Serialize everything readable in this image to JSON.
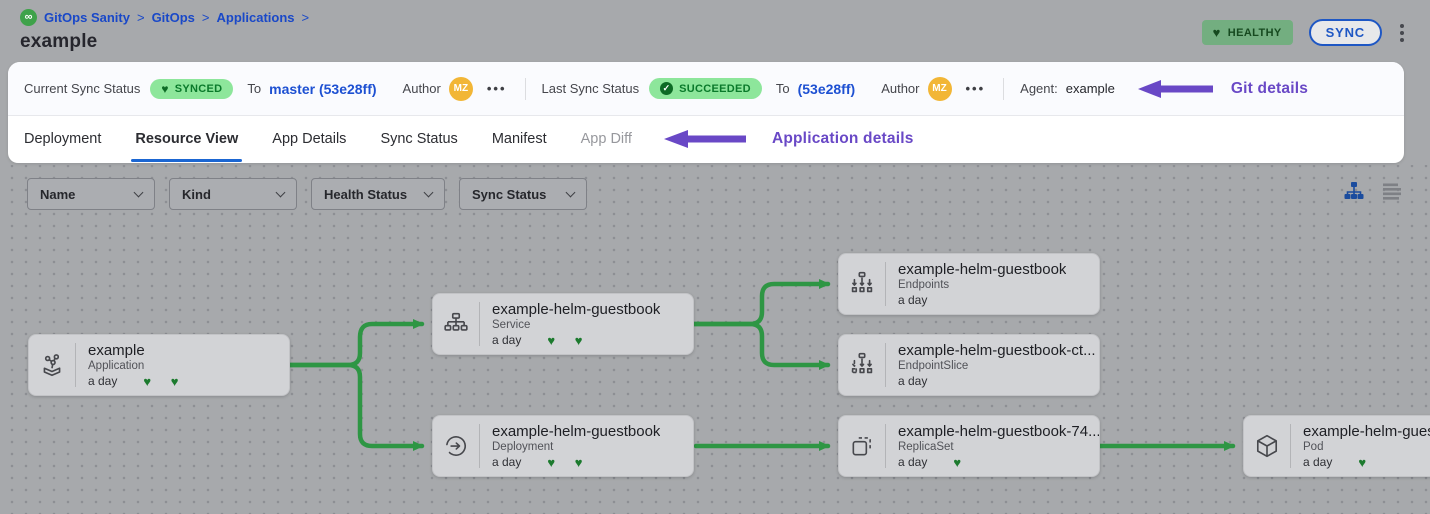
{
  "header": {
    "breadcrumb": [
      {
        "label": "GitOps Sanity"
      },
      {
        "label": "GitOps"
      },
      {
        "label": "Applications"
      }
    ],
    "breadcrumb_separator": ">",
    "logo_glyph": "∞",
    "title": "example",
    "health_badge": {
      "icon": "♥",
      "label": "HEALTHY"
    },
    "sync_button_label": "SYNC"
  },
  "sync_bar": {
    "current": {
      "label": "Current Sync Status",
      "badge_icon": "♥",
      "badge": "SYNCED",
      "to": "To",
      "commit": "master (53e28ff)",
      "author": "Author",
      "avatar": "MZ",
      "more": "•••"
    },
    "last": {
      "label": "Last Sync Status",
      "badge_icon": "✓",
      "badge": "SUCCEEDED",
      "to": "To",
      "commit": "(53e28ff)",
      "author": "Author",
      "avatar": "MZ",
      "more": "•••"
    },
    "agent_label": "Agent:",
    "agent_value": "example",
    "annotation": "Git details"
  },
  "tabs": {
    "items": [
      {
        "label": "Deployment",
        "state": "normal"
      },
      {
        "label": "Resource View",
        "state": "active"
      },
      {
        "label": "App Details",
        "state": "normal"
      },
      {
        "label": "Sync Status",
        "state": "normal"
      },
      {
        "label": "Manifest",
        "state": "normal"
      },
      {
        "label": "App Diff",
        "state": "disabled"
      }
    ],
    "annotation": "Application details"
  },
  "filters": [
    "Name",
    "Kind",
    "Health Status",
    "Sync Status"
  ],
  "view_toggle": {
    "active": "tree",
    "icons": [
      "tree-view-icon",
      "list-view-icon"
    ]
  },
  "graph": {
    "nodes": [
      {
        "title": "example",
        "kind": "Application",
        "age": "a day",
        "hearts": "♥ ♥",
        "icon": "application-icon"
      },
      {
        "title": "example-helm-guestbook",
        "kind": "Service",
        "age": "a day",
        "hearts": "♥ ♥",
        "icon": "service-icon"
      },
      {
        "title": "example-helm-guestbook",
        "kind": "Deployment",
        "age": "a day",
        "hearts": "♥ ♥",
        "icon": "deployment-icon"
      },
      {
        "title": "example-helm-guestbook",
        "kind": "Endpoints",
        "age": "a day",
        "hearts": "",
        "icon": "endpoints-icon"
      },
      {
        "title": "example-helm-guestbook-ct...",
        "kind": "EndpointSlice",
        "age": "a day",
        "hearts": "",
        "icon": "endpointslice-icon"
      },
      {
        "title": "example-helm-guestbook-74...",
        "kind": "ReplicaSet",
        "age": "a day",
        "hearts": "♥",
        "icon": "replicaset-icon"
      },
      {
        "title": "example-helm-guest",
        "kind": "Pod",
        "age": "a day",
        "hearts": "♥",
        "icon": "pod-icon"
      }
    ],
    "edges": [
      {
        "from": 0,
        "to": 1
      },
      {
        "from": 0,
        "to": 2
      },
      {
        "from": 1,
        "to": 3
      },
      {
        "from": 1,
        "to": 4
      },
      {
        "from": 2,
        "to": 5
      },
      {
        "from": 5,
        "to": 6
      }
    ]
  },
  "colors": {
    "accent_blue": "#1d50d2",
    "link_blue": "#1948c8",
    "edge_green": "#2e9644",
    "badge_green_bg": "#8de69b",
    "badge_green_text": "#0a7a2b",
    "healthy_badge_bg": "#73ae80",
    "annotation_purple": "#6948c6",
    "avatar_yellow": "#f2b636",
    "canvas_gray": "#a7a9ac",
    "node_gray": "#d2d3d6"
  }
}
